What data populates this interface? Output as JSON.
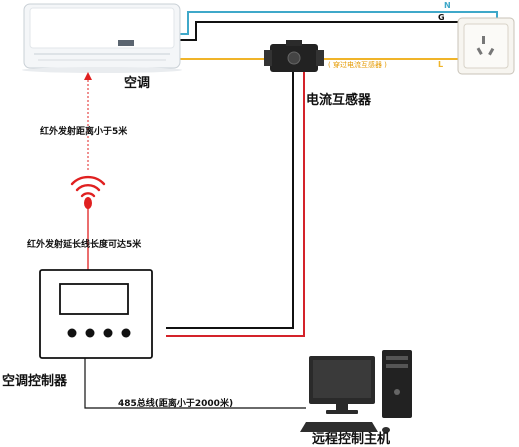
{
  "labels": {
    "ac": "空调",
    "sensor": "电流互感器",
    "ir_distance": "红外发射距离小于5米",
    "ir_extension": "红外发射延长线长度可达5米",
    "controller": "空调控制器",
    "bus": "485总线(距离小于2000米)",
    "host": "远程控制主机",
    "through_sensor": "( 穿过电流互感器 )"
  },
  "wires": {
    "n": "N",
    "g": "G",
    "l": "L"
  },
  "colors": {
    "wire_n": "#3fa8c9",
    "wire_l": "#f0b429",
    "wire_red": "#d4232a",
    "wire_black": "#111111",
    "ir_signal": "#e02020"
  }
}
